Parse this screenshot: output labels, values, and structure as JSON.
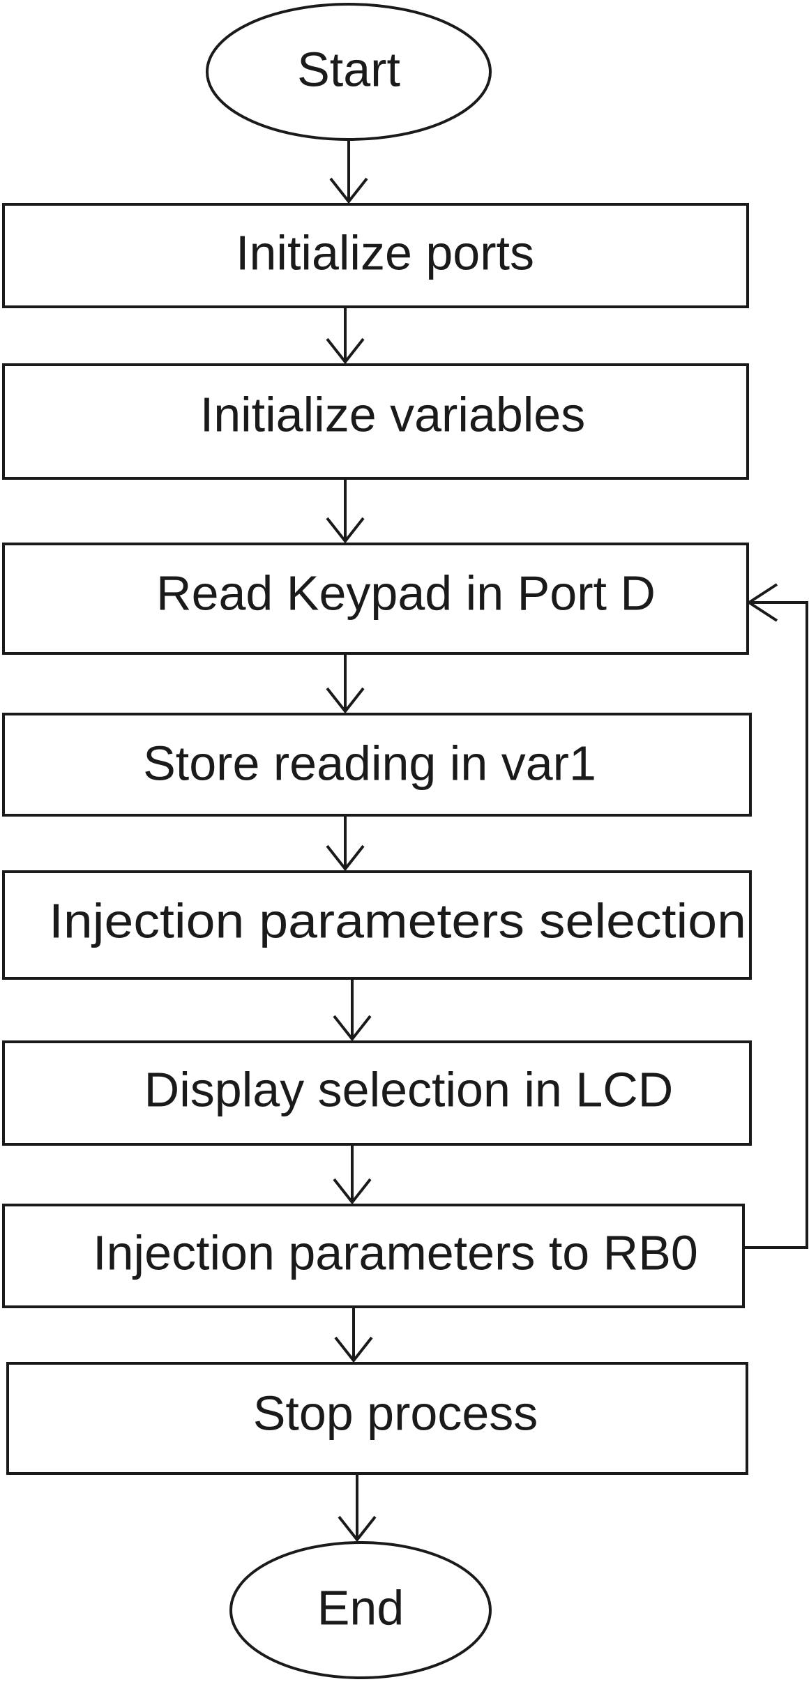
{
  "flowchart": {
    "start_label": "Start",
    "steps": [
      "Initialize ports",
      "Initialize variables",
      "Read Keypad in Port D",
      "Store reading in var1",
      "Injection parameters selection",
      "Display selection in LCD",
      "Injection parameters to RB0",
      "Stop process"
    ],
    "end_label": "End"
  }
}
